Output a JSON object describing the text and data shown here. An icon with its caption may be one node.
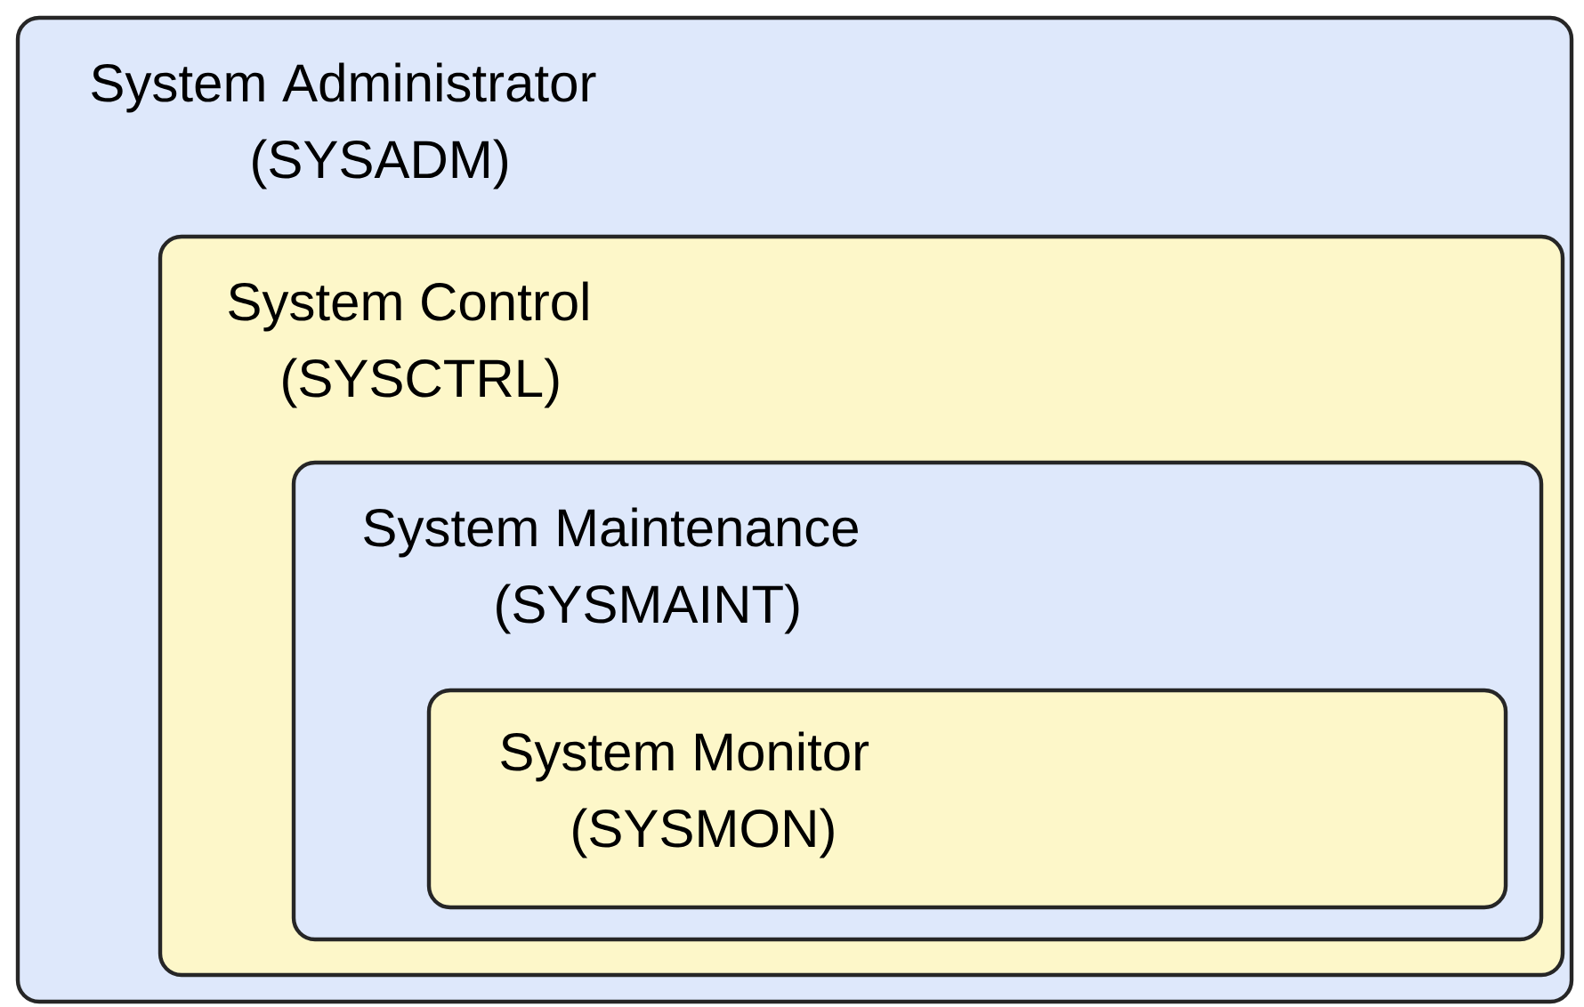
{
  "diagram": {
    "nodes": [
      {
        "text": [
          "System Administrator",
          "(SYSADM)"
        ]
      },
      {
        "text": [
          "System Control",
          "(SYSCTRL)"
        ],
        "in": 0
      },
      {
        "text": [
          "System Maintenance",
          "(SYSMAINT)"
        ],
        "in": 1
      },
      {
        "text": [
          "System Monitor",
          "(SYSMON)"
        ],
        "in": 2
      }
    ]
  }
}
